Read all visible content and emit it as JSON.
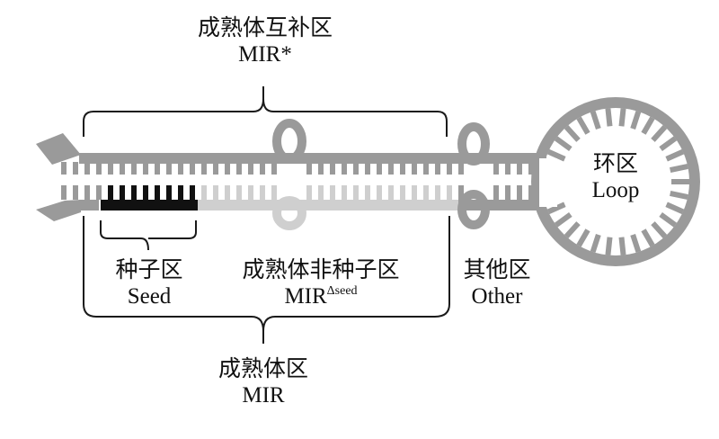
{
  "labels": {
    "star": {
      "zh": "成熟体互补区",
      "en": "MIR*"
    },
    "loop": {
      "zh": "环区",
      "en": "Loop"
    },
    "seed": {
      "zh": "种子区",
      "en": "Seed"
    },
    "nonseed": {
      "zh": "成熟体非种子区",
      "en_base": "MIR",
      "en_sup": "Δseed"
    },
    "other": {
      "zh": "其他区",
      "en": "Other"
    },
    "mature": {
      "zh": "成熟体区",
      "en": "MIR"
    }
  },
  "colors": {
    "strand": "#9a9a9a",
    "strand_light": "#c8c8c8",
    "seed": "#111111",
    "bracket": "#1a1a1a"
  }
}
